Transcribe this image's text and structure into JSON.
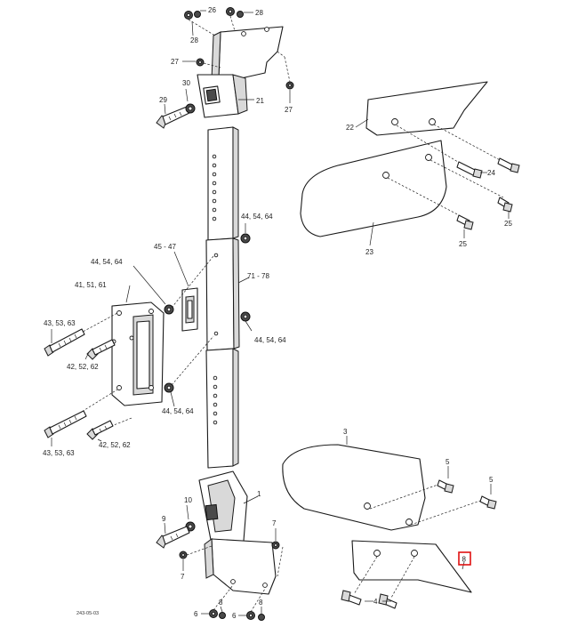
{
  "labels": {
    "l26": "26",
    "l28a": "28",
    "l28b": "28",
    "l27a": "27",
    "l27b": "27",
    "l30": "30",
    "l29": "29",
    "l21": "21",
    "l22": "22",
    "l24": "24",
    "l25a": "25",
    "l25b": "25",
    "l23": "23",
    "l44a": "44, 54, 64",
    "l4547": "45 - 47",
    "l44b": "44, 54, 64",
    "l4161": "41, 51, 61",
    "l7178": "71 - 78",
    "l4363a": "43, 53, 63",
    "l44c": "44, 54, 64",
    "l4262a": "42, 52, 62",
    "l44d": "44, 54, 64",
    "l4363b": "43, 53, 63",
    "l4262b": "42, 52, 62",
    "l3": "3",
    "l5a": "5",
    "l5b": "5",
    "l1": "1",
    "l10": "10",
    "l9": "9",
    "l7a": "7",
    "l7b": "7",
    "l8": "8",
    "l4": "4",
    "l6": "6",
    "l8b": "8",
    "l6b": "6",
    "l8c": "8"
  },
  "drawing_code": "243-05-03",
  "highlight": {
    "label": "8",
    "color": "#e01010"
  }
}
